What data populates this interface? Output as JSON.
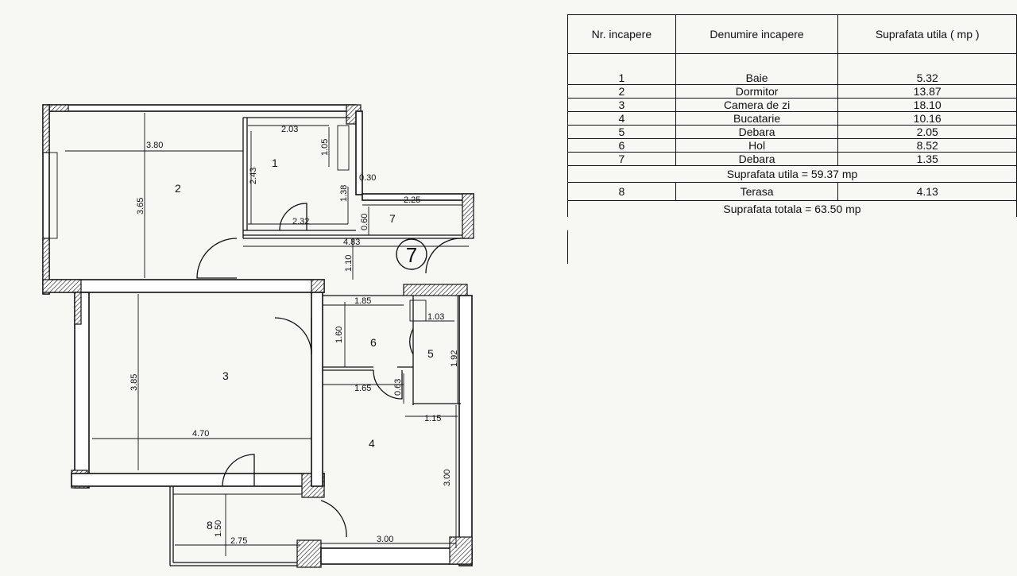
{
  "table": {
    "headers": [
      "Nr. incapere",
      "Denumire incapere",
      "Suprafata utila ( mp )"
    ],
    "rows": [
      {
        "nr": "1",
        "name": "Baie",
        "area": "5.32"
      },
      {
        "nr": "2",
        "name": "Dormitor",
        "area": "13.87"
      },
      {
        "nr": "3",
        "name": "Camera de zi",
        "area": "18.10"
      },
      {
        "nr": "4",
        "name": "Bucatarie",
        "area": "10.16"
      },
      {
        "nr": "5",
        "name": "Debara",
        "area": "2.05"
      },
      {
        "nr": "6",
        "name": "Hol",
        "area": "8.52"
      },
      {
        "nr": "7",
        "name": "Debara",
        "area": "1.35"
      }
    ],
    "subtotal": "Suprafata utila = 59.37 mp",
    "terrace": {
      "nr": "8",
      "name": "Terasa",
      "area": "4.13"
    },
    "total": "Suprafata totala = 63.50 mp"
  },
  "plan": {
    "apartment_number": "7",
    "room_numbers": {
      "r1": "1",
      "r2": "2",
      "r3": "3",
      "r4": "4",
      "r5": "5",
      "r6": "6",
      "r7": "7",
      "r8": "8"
    },
    "dimensions": {
      "d380": "3.80",
      "d365": "3.65",
      "d203": "2.03",
      "d105": "1.05",
      "d243": "2.43",
      "d030": "0.30",
      "d138": "1.38",
      "d232": "2.32",
      "d225": "2.25",
      "d060": "0.60",
      "d483": "4.83",
      "d110": "1.10",
      "d185": "1.85",
      "d103": "1.03",
      "d160": "1.60",
      "d192": "1.92",
      "d385": "3.85",
      "d165": "1.65",
      "d063": "0.63",
      "d115": "1.15",
      "d470": "4.70",
      "d300v": "3.00",
      "d150": "1.50",
      "d275": "2.75",
      "d300h": "3.00"
    }
  }
}
